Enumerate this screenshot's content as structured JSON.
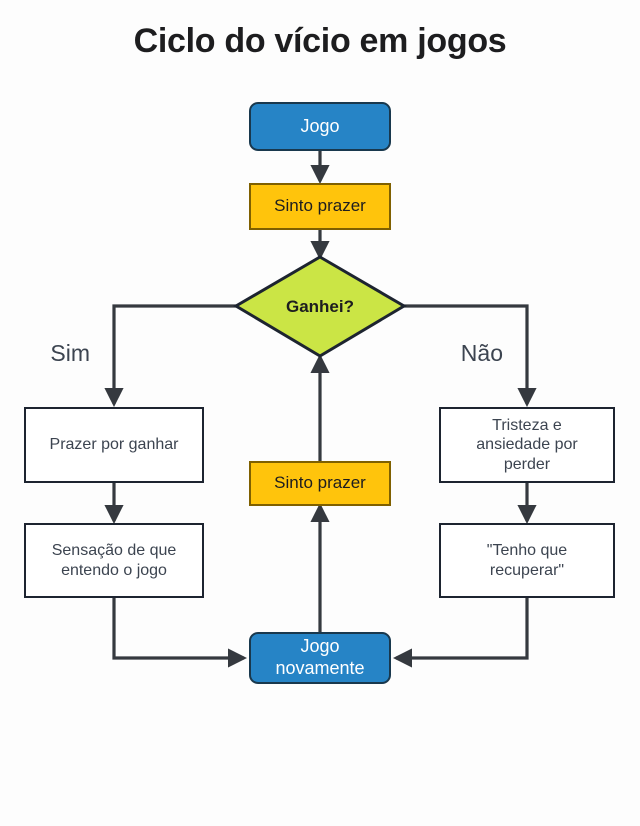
{
  "page": {
    "title": "Ciclo do vício em jogos",
    "background_color": "#fdfdfd"
  },
  "colors": {
    "blue_fill": "#2684c6",
    "blue_border": "#19384d",
    "amber_fill": "#ffc40c",
    "amber_border": "#7f6000",
    "white_fill": "#ffffff",
    "dark_border": "#1d2430",
    "green_fill": "#cbe545",
    "green_border": "#1d2430",
    "connector": "#35393f",
    "text_dark": "#1d1d1f",
    "text_body": "#3c4450",
    "text_on_blue": "#ffffff"
  },
  "diagram": {
    "type": "flowchart",
    "nodes": [
      {
        "id": "jogo",
        "label": "Jogo",
        "shape": "rounded-rect",
        "style": "blue"
      },
      {
        "id": "sinto-prazer-top",
        "label": "Sinto prazer",
        "shape": "rect",
        "style": "amber"
      },
      {
        "id": "ganhei",
        "label": "Ganhei?",
        "shape": "diamond",
        "style": "green"
      },
      {
        "id": "prazer-por-ganhar",
        "label": "Prazer por ganhar",
        "shape": "rect",
        "style": "white"
      },
      {
        "id": "sensacao-entendo",
        "label": "Sensação de que\nentendo o jogo",
        "shape": "rect",
        "style": "white"
      },
      {
        "id": "tristeza-ansiedade",
        "label": "Tristeza e\nansiedade por\nperder",
        "shape": "rect",
        "style": "white"
      },
      {
        "id": "tenho-que-recuperar",
        "label": "\"Tenho que\nrecuperar\"",
        "shape": "rect",
        "style": "white"
      },
      {
        "id": "sinto-prazer-mid",
        "label": "Sinto prazer",
        "shape": "rect",
        "style": "amber"
      },
      {
        "id": "jogo-novamente",
        "label": "Jogo\nnovamente",
        "shape": "rounded-rect",
        "style": "blue"
      }
    ],
    "edge_labels": {
      "yes": "Sim",
      "no": "Não"
    },
    "edges": [
      {
        "from": "jogo",
        "to": "sinto-prazer-top",
        "label": ""
      },
      {
        "from": "sinto-prazer-top",
        "to": "ganhei",
        "label": ""
      },
      {
        "from": "ganhei",
        "to": "prazer-por-ganhar",
        "label": "Sim"
      },
      {
        "from": "ganhei",
        "to": "tristeza-ansiedade",
        "label": "Não"
      },
      {
        "from": "prazer-por-ganhar",
        "to": "sensacao-entendo",
        "label": ""
      },
      {
        "from": "sensacao-entendo",
        "to": "jogo-novamente",
        "label": ""
      },
      {
        "from": "tristeza-ansiedade",
        "to": "tenho-que-recuperar",
        "label": ""
      },
      {
        "from": "tenho-que-recuperar",
        "to": "jogo-novamente",
        "label": ""
      },
      {
        "from": "jogo-novamente",
        "to": "sinto-prazer-mid",
        "label": ""
      },
      {
        "from": "sinto-prazer-mid",
        "to": "ganhei",
        "label": ""
      }
    ]
  }
}
